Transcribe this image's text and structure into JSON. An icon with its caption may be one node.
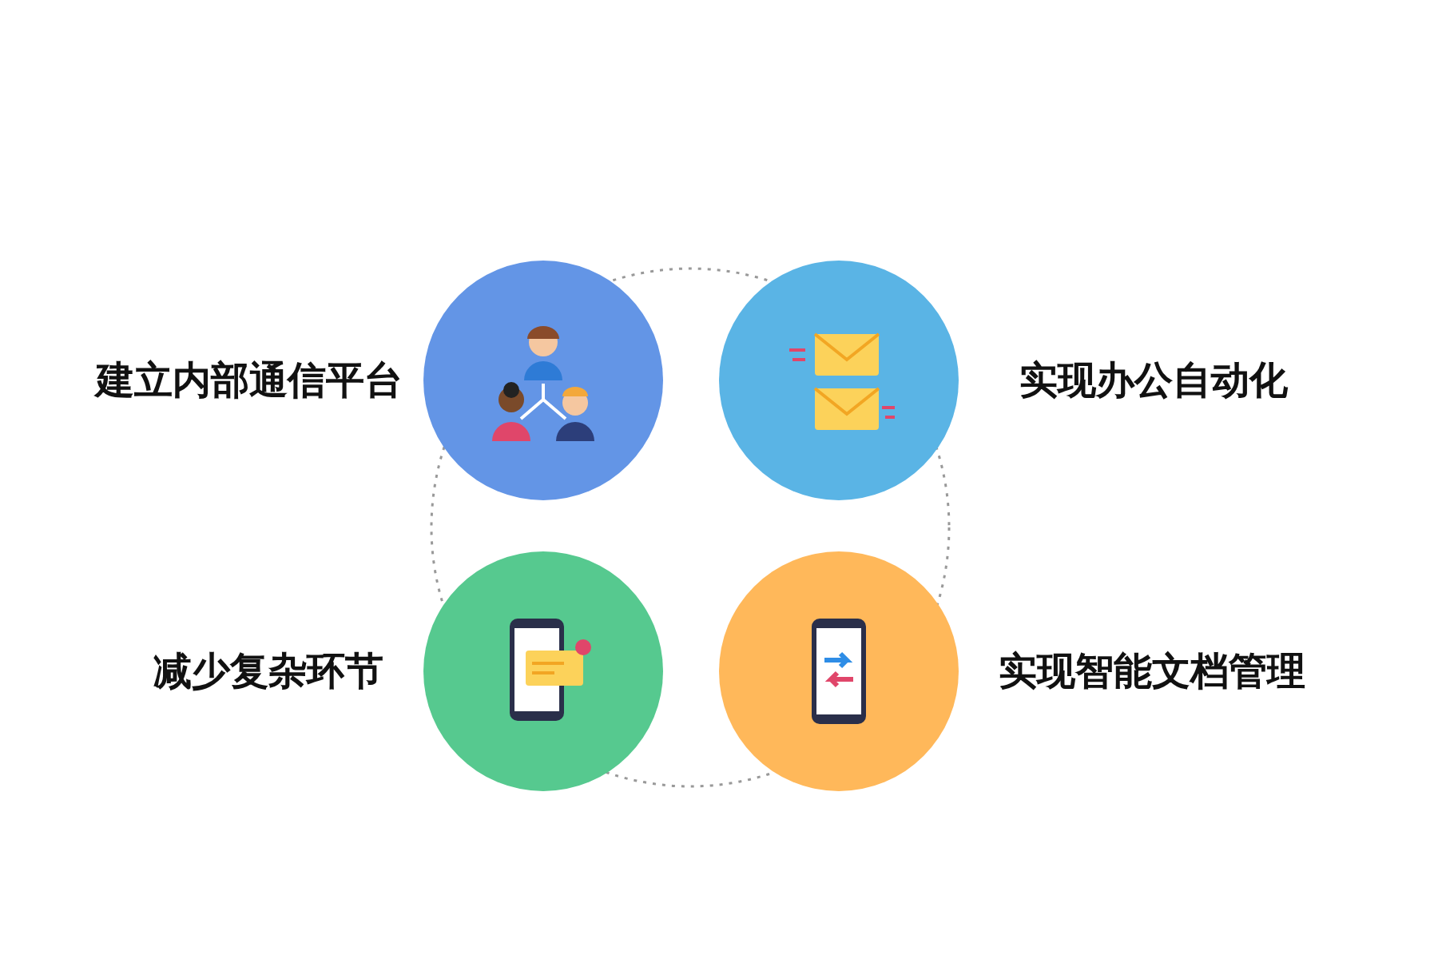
{
  "diagram": {
    "nodes": [
      {
        "text": [],
        "shape": "circle",
        "beside": [
          "建立内部通信平台"
        ]
      },
      {
        "text": [],
        "shape": "circle",
        "beside": [
          "实现办公自动化"
        ]
      },
      {
        "text": [],
        "shape": "circle",
        "beside": [
          "减少复杂环节"
        ]
      },
      {
        "text": [],
        "shape": "circle",
        "beside": [
          "实现智能文档管理"
        ]
      }
    ]
  }
}
